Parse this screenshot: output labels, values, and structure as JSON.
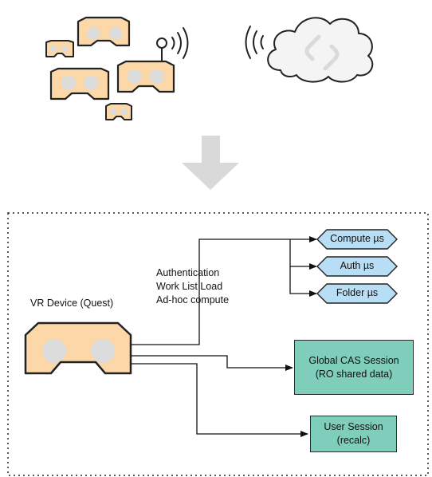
{
  "colors": {
    "headset_fill": "#fcd7a8",
    "lens_fill": "#dcdcdc",
    "hex_fill": "#b7def5",
    "session_fill": "#7fcdbb",
    "arrow_gray": "#d9d9d9"
  },
  "icons": [
    "vr-headset-icon",
    "cloud-icon",
    "sync-logo-icon",
    "wireless-signal-icon",
    "down-arrow-icon"
  ],
  "diagram": {
    "device_label": "VR Device (Quest)",
    "traffic_labels": [
      "Authentication",
      "Work List Load",
      "Ad-hoc compute"
    ],
    "services": [
      "Compute µs",
      "Auth µs",
      "Folder µs"
    ],
    "global_session": {
      "line1": "Global CAS Session",
      "line2": "(RO shared data)"
    },
    "user_session": {
      "line1": "User Session",
      "line2": "(recalc)"
    }
  }
}
